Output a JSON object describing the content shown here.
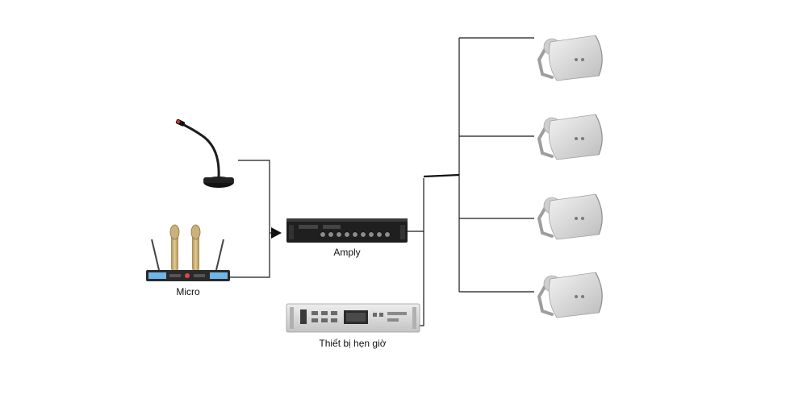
{
  "devices": {
    "micro": {
      "label": "Micro"
    },
    "amply": {
      "label": "Amply"
    },
    "timer": {
      "label": "Thiết bị hẹn giờ"
    }
  },
  "speaker_count": 4,
  "colors": {
    "wire": "#1a1a1a",
    "device_dark": "#1c1c1c",
    "device_silver": "#d9d9d9",
    "speaker_body": "#d6d6d6",
    "mic_gold": "#c9ad72"
  }
}
